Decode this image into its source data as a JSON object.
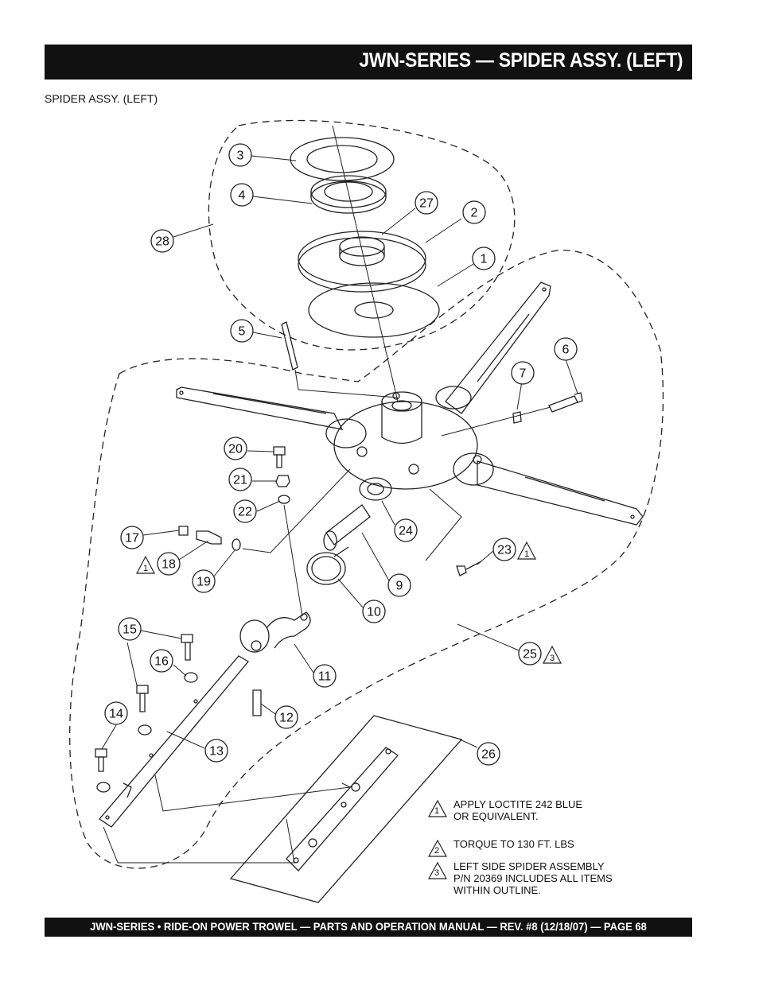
{
  "header": {
    "title": "JWN-SERIES — SPIDER ASSY. (LEFT)"
  },
  "subtitle": "SPIDER ASSY. (LEFT)",
  "callouts": [
    "3",
    "4",
    "27",
    "2",
    "28",
    "1",
    "5",
    "6",
    "7",
    "20",
    "21",
    "22",
    "17",
    "18",
    "19",
    "24",
    "23",
    "9",
    "10",
    "15",
    "16",
    "11",
    "14",
    "12",
    "13",
    "25",
    "26"
  ],
  "note_markers": [
    "1",
    "1",
    "3"
  ],
  "notes": [
    {
      "marker": "1",
      "text": "APPLY LOCTITE  242 BLUE\nOR EQUIVALENT."
    },
    {
      "marker": "2",
      "text": "TORQUE TO 130 FT. LBS"
    },
    {
      "marker": "3",
      "text": "LEFT SIDE SPIDER ASSEMBLY\nP/N 20369 INCLUDES ALL ITEMS\nWITHIN OUTLINE."
    }
  ],
  "footer": {
    "text": "JWN-SERIES  • RIDE-ON POWER TROWEL — PARTS AND OPERATION MANUAL — REV. #8 (12/18/07) — PAGE 68"
  }
}
